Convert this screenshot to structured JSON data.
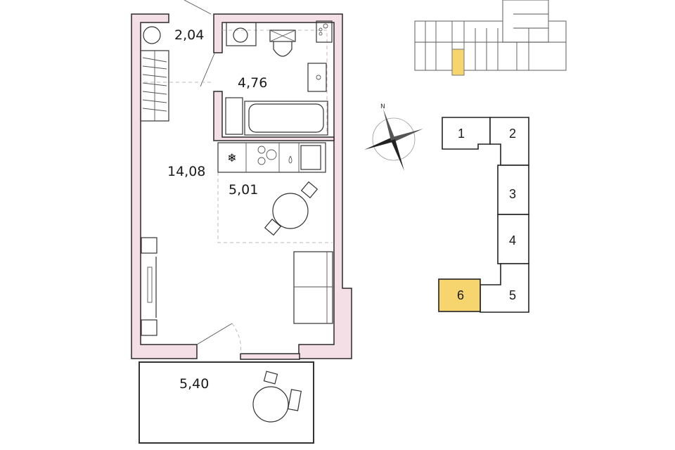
{
  "plan": {
    "rooms": [
      {
        "id": "hall",
        "area": "2,04"
      },
      {
        "id": "bathroom",
        "area": "4,76"
      },
      {
        "id": "living-room",
        "area": "14,08"
      },
      {
        "id": "kitchen",
        "area": "5,01"
      },
      {
        "id": "balcony",
        "area": "5,40"
      }
    ]
  },
  "compass": {
    "north_label": "N"
  },
  "key_plan": {
    "sections": [
      "1",
      "2",
      "3",
      "4",
      "5",
      "6"
    ],
    "highlighted_section": "6",
    "highlight_color": "#f7d56e"
  },
  "colors": {
    "wall": "#f4dfe7",
    "highlight": "#f7d56e"
  }
}
